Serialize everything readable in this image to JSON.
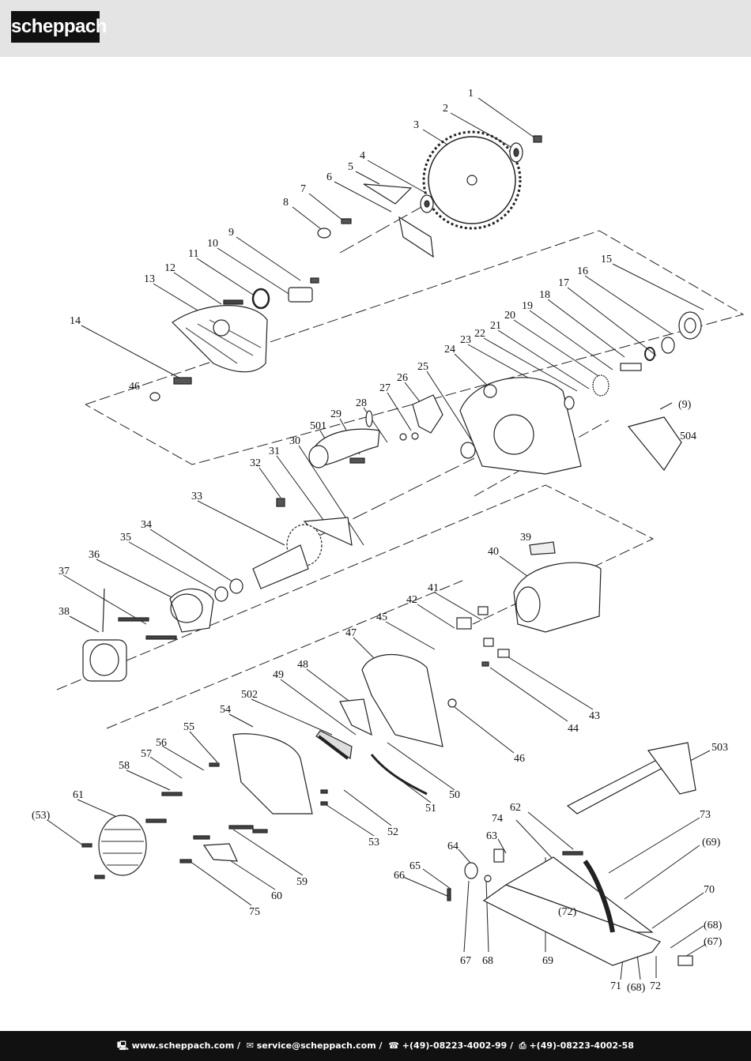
{
  "header": {
    "logo_text": "scheppach"
  },
  "footer": {
    "web": "www.scheppach.com",
    "email": "service@scheppach.com",
    "phone": "+(49)-08223-4002-99",
    "fax": "+(49)-08223-4002-58",
    "separator": " / "
  },
  "diagram": {
    "labels": [
      "1",
      "2",
      "3",
      "4",
      "5",
      "6",
      "7",
      "8",
      "9",
      "10",
      "11",
      "12",
      "13",
      "14",
      "46",
      "15",
      "16",
      "17",
      "18",
      "19",
      "20",
      "21",
      "22",
      "23",
      "24",
      "25",
      "26",
      "27",
      "28",
      "29",
      "501",
      "(9)",
      "504",
      "30",
      "31",
      "32",
      "33",
      "34",
      "35",
      "36",
      "37",
      "38",
      "39",
      "40",
      "41",
      "42",
      "45",
      "47",
      "48",
      "49",
      "502",
      "46",
      "43",
      "44",
      "54",
      "55",
      "56",
      "57",
      "58",
      "61",
      "(53)",
      "50",
      "51",
      "52",
      "53",
      "59",
      "60",
      "75",
      "503",
      "62",
      "74",
      "63",
      "64",
      "65",
      "66",
      "67",
      "68",
      "69",
      "73",
      "(69)",
      "70",
      "(72)",
      "(68)",
      "(67)",
      "71",
      "(68)",
      "72"
    ]
  }
}
